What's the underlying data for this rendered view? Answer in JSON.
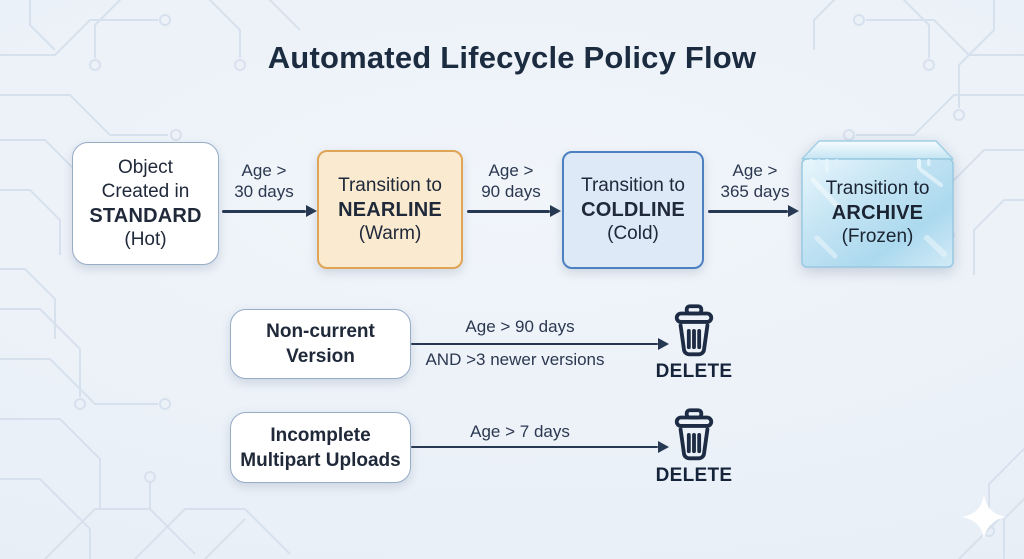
{
  "title": "Automated Lifecycle Policy Flow",
  "colors": {
    "bg": "#EBF1F8",
    "title": "#1B2B40",
    "text": "#20293A",
    "arrow": "#263852",
    "trace": "#D7E1ED",
    "standard-border": "#97ACC7",
    "standard-bg": "#FFFFFF",
    "nearline-border": "#E0A455",
    "nearline-bg": "#FAEBD0",
    "coldline-border": "#4C80C1",
    "coldline-bg": "#DDE9F6",
    "archive-ice": "#BCE0F1",
    "delete": "#15243B"
  },
  "flow": {
    "stages": [
      {
        "lines": [
          "Object",
          "Created in"
        ],
        "class_name": "STANDARD",
        "temp": "(Hot)"
      },
      {
        "lines": [
          "Transition to"
        ],
        "class_name": "NEARLINE",
        "temp": "(Warm)"
      },
      {
        "lines": [
          "Transition to"
        ],
        "class_name": "COLDLINE",
        "temp": "(Cold)"
      },
      {
        "lines": [
          "Transition to"
        ],
        "class_name": "ARCHIVE",
        "temp": "(Frozen)"
      }
    ],
    "transitions": [
      {
        "label_line1": "Age >",
        "label_line2": "30 days"
      },
      {
        "label_line1": "Age >",
        "label_line2": "90 days"
      },
      {
        "label_line1": "Age >",
        "label_line2": "365 days"
      }
    ]
  },
  "rules": [
    {
      "source_line1": "Non-current",
      "source_line2": "Version",
      "condition_top": "Age > 90 days",
      "condition_bottom": "AND >3 newer versions",
      "action": "DELETE"
    },
    {
      "source_line1": "Incomplete",
      "source_line2": "Multipart Uploads",
      "condition_top": "Age > 7 days",
      "action": "DELETE"
    }
  ]
}
